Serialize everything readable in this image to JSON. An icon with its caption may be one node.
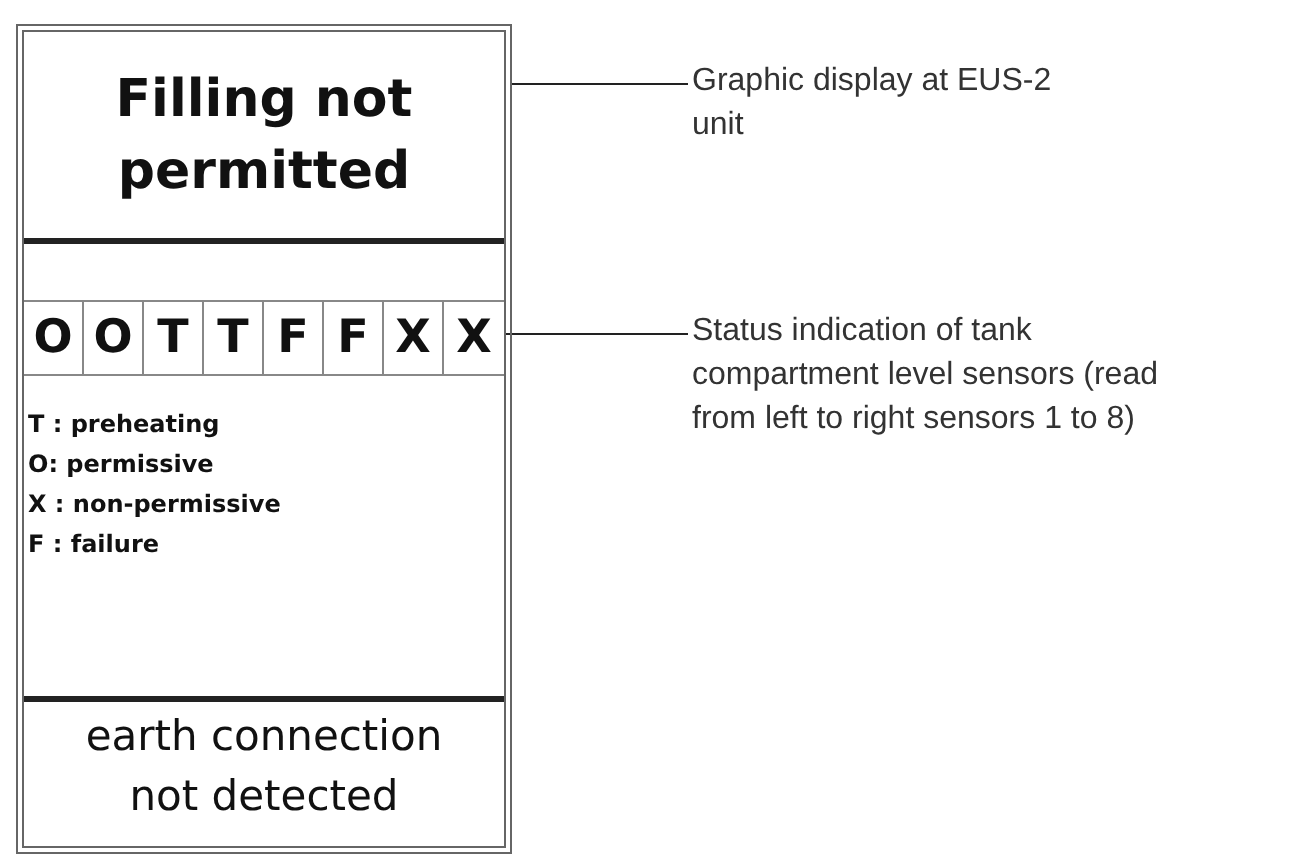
{
  "diagram": {
    "nodes": [
      {
        "text": [],
        "shape": "box"
      },
      {
        "text": [
          "Filling not permitted"
        ],
        "in": 0
      },
      {
        "text": [
          "O",
          "O",
          "T",
          "T",
          "F",
          "F",
          "X",
          "X"
        ],
        "in": 0
      },
      {
        "text": [
          "T : preheating",
          "O: permissive",
          "X : non-permissive",
          "F : failure"
        ],
        "in": 0
      },
      {
        "text": [
          "earth connection not detected"
        ],
        "in": 0
      },
      {
        "text": [
          "Graphic display at EUS-2 unit"
        ]
      },
      {
        "text": [
          "Status indication of tank compartment level sensors (read from left to right sensors 1 to 8)"
        ]
      }
    ],
    "edges": [
      {
        "from": 5,
        "to": 0,
        "arrow": "none"
      },
      {
        "from": 6,
        "to": 2,
        "arrow": "none"
      }
    ]
  }
}
